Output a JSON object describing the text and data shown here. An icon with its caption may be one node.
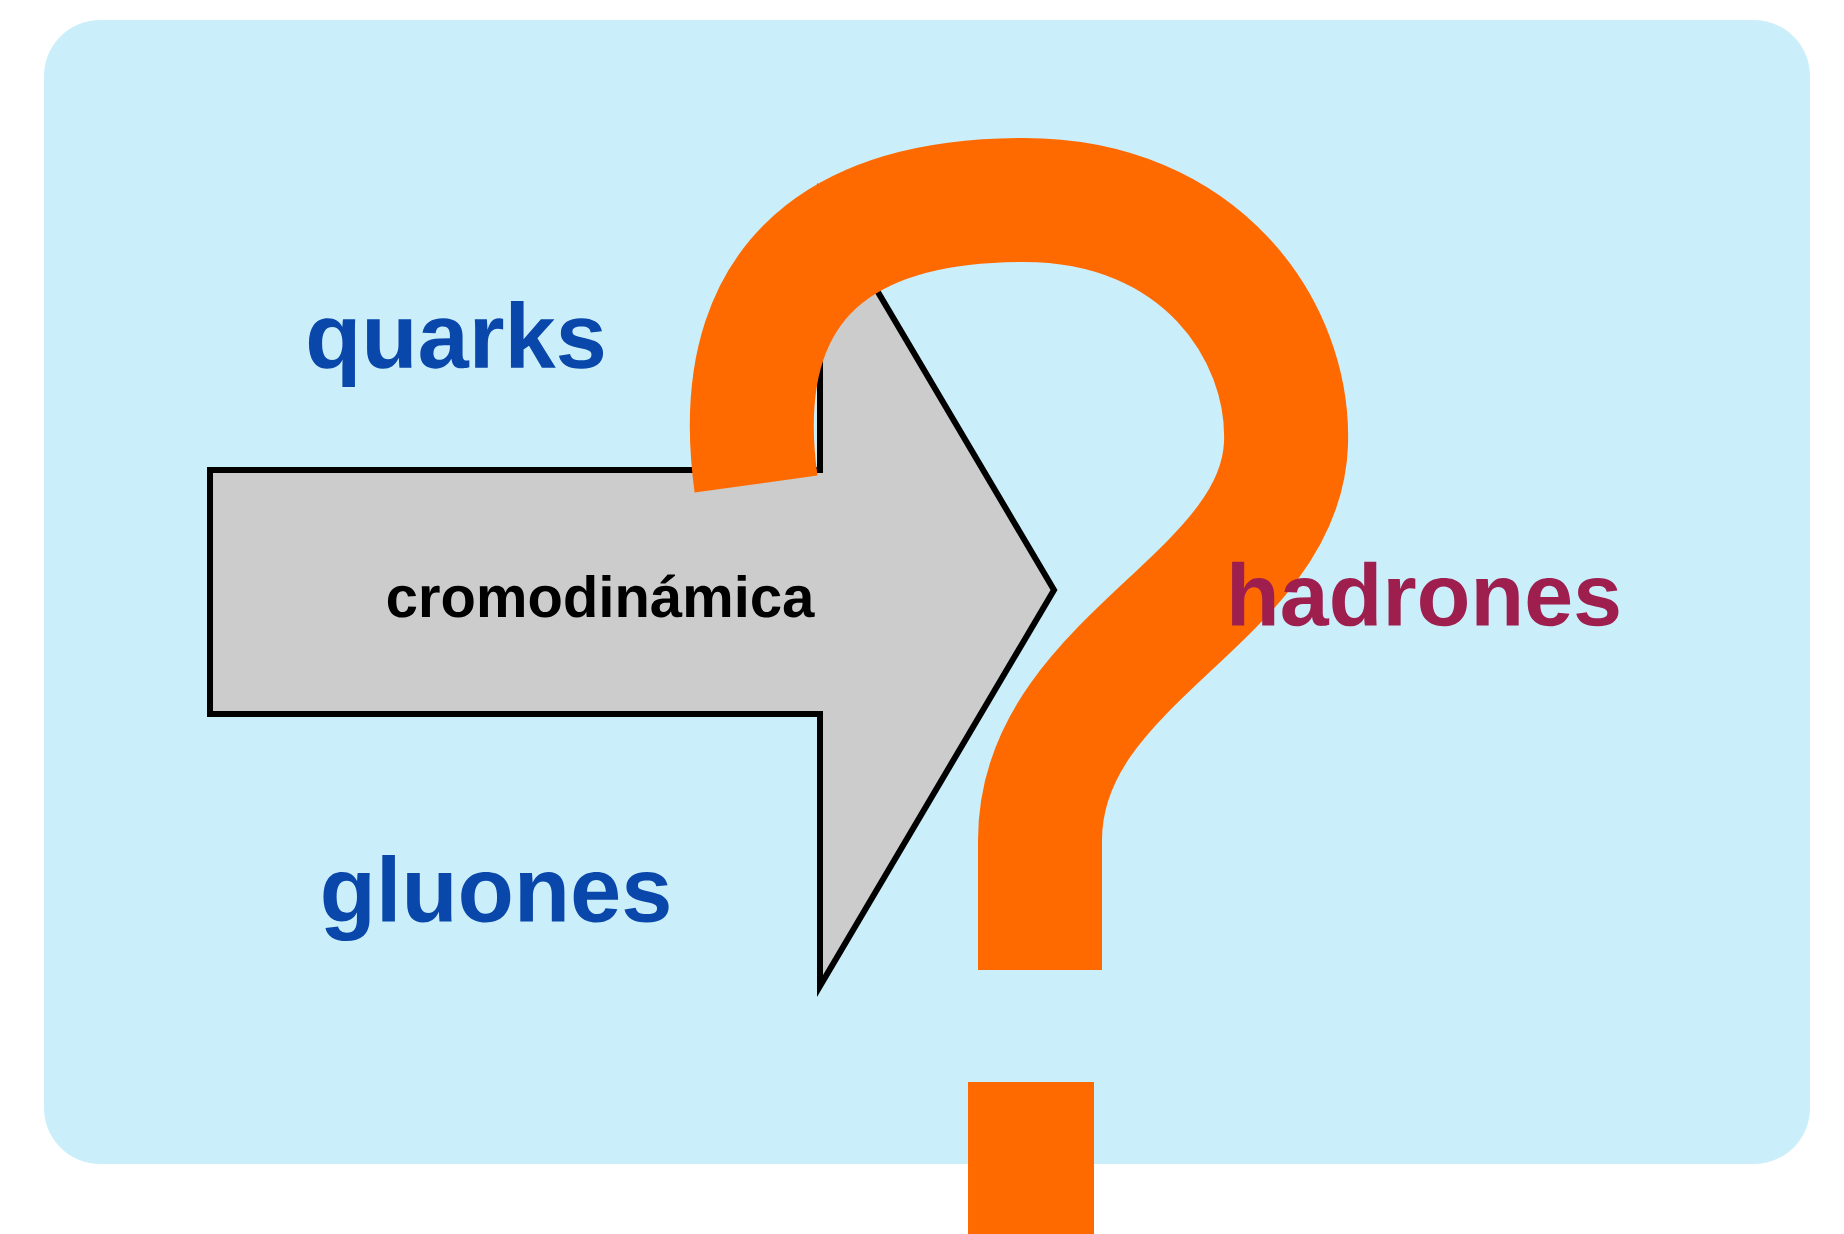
{
  "diagram": {
    "nodes": [
      {
        "text": [
          "quarks"
        ]
      },
      {
        "text": [
          "cromodinámica"
        ]
      },
      {
        "text": [
          "gluones"
        ]
      },
      {
        "text": [
          "hadrones"
        ]
      }
    ]
  }
}
